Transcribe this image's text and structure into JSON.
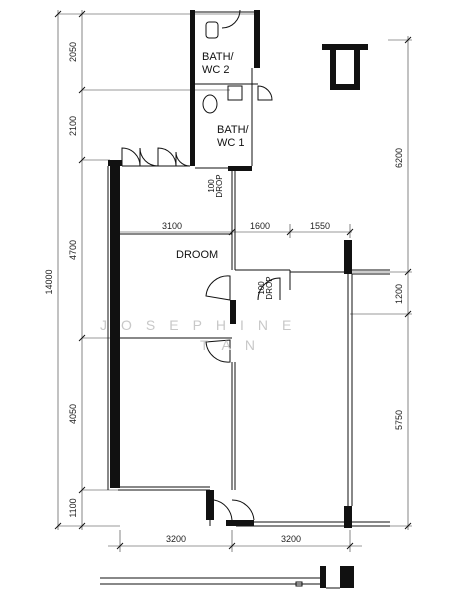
{
  "rooms": {
    "bath2": [
      "BATH/",
      "WC 2"
    ],
    "bath1": [
      "BATH/",
      "WC 1"
    ],
    "droom": "DROOM"
  },
  "drop_labels": {
    "upper": [
      "100",
      "DROP"
    ],
    "lower": [
      "100",
      "DROP"
    ]
  },
  "dimensions": {
    "left": {
      "d2050": "2050",
      "d2100": "2100",
      "d4700": "4700",
      "d4050": "4050",
      "d1100": "1100",
      "total": "14000"
    },
    "right": {
      "d6200": "6200",
      "d1200": "1200",
      "d5750": "5750"
    },
    "inner": {
      "d3100": "3100",
      "d1600": "1600",
      "d1550": "1550"
    },
    "bottom": {
      "d3200_left": "3200",
      "d3200_right": "3200"
    }
  },
  "watermark": {
    "line1": "JOSEPHINE",
    "line2": "TAN"
  }
}
